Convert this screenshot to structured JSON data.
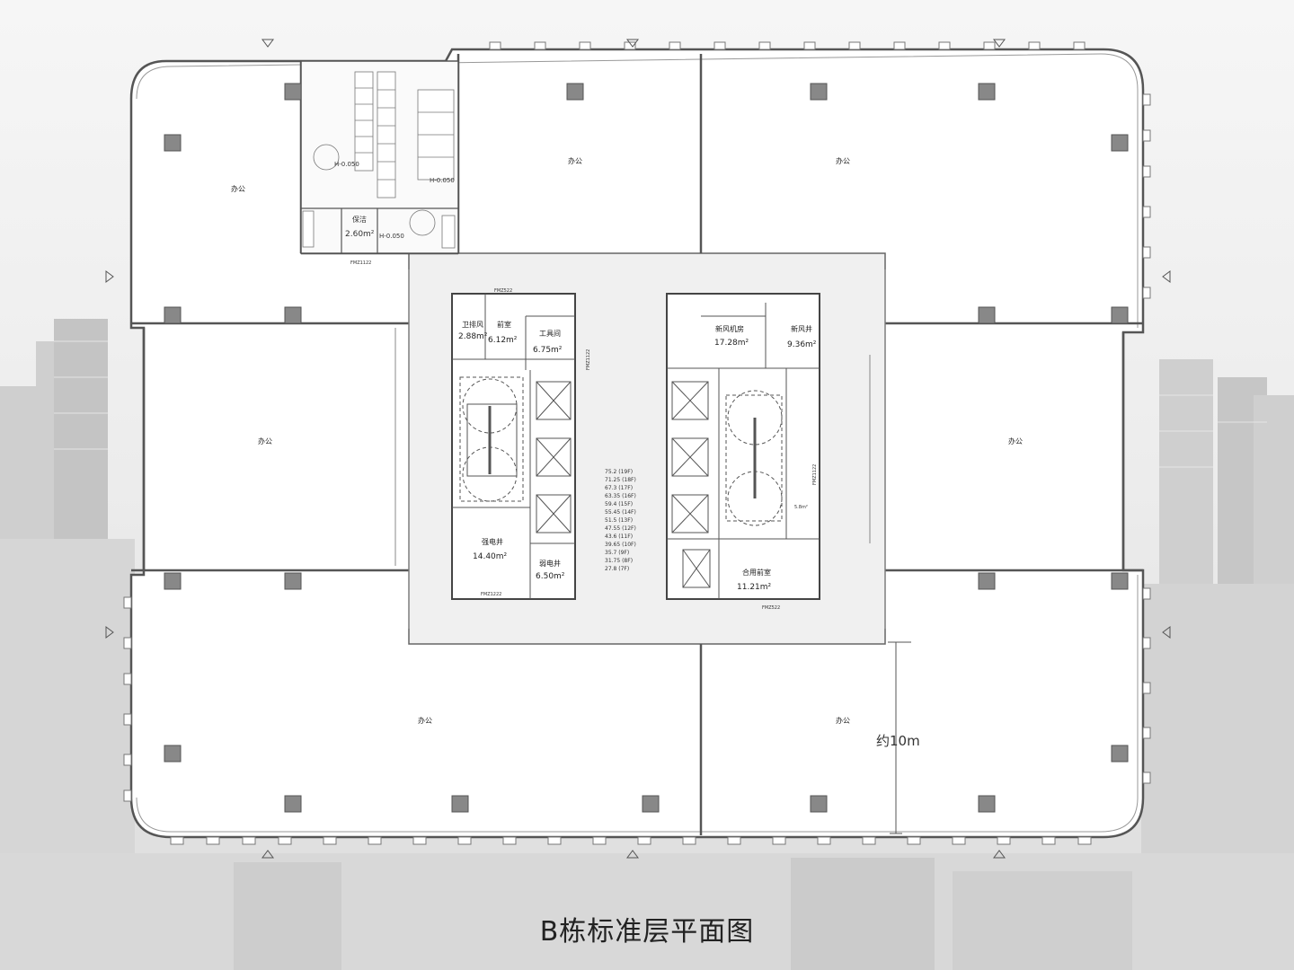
{
  "title": "B栋标准层平面图",
  "offices": [
    "办公",
    "办公",
    "办公",
    "办公",
    "办公",
    "办公",
    "办公"
  ],
  "dimension_label": "约10m",
  "toilet": {
    "level1": "H-0.050",
    "level2": "H-0.050",
    "level3": "H-0.050",
    "cleaning": "保洁",
    "cleaning_area": "2.60m²",
    "door": "FMZ1122"
  },
  "core_left": {
    "door_top": "FMZ522",
    "exhaust": "卫排风",
    "exhaust_area": "2.88m²",
    "lobby": "前室",
    "lobby_area": "6.12m²",
    "tool": "工具间",
    "tool_area": "6.75m²",
    "door_side": "FMZ1122",
    "strong": "强电井",
    "strong_area": "14.40m²",
    "weak": "弱电井",
    "weak_area": "6.50m²",
    "door_bottom": "FMZ1222"
  },
  "core_right": {
    "fresh_room": "新风机房",
    "fresh_room_area": "17.28m²",
    "fresh_shaft": "新风井",
    "fresh_shaft_area": "9.36m²",
    "shared_lobby": "合用前室",
    "shared_lobby_area": "11.21m²",
    "shaft_area": "5.8m²",
    "door_bottom": "FMZ522",
    "door_side": "FMZ1122"
  },
  "elevations": [
    "75.2 (19F)",
    "71.25 (18F)",
    "67.3 (17F)",
    "63.35 (16F)",
    "59.4 (15F)",
    "55.45 (14F)",
    "51.5 (13F)",
    "47.55 (12F)",
    "43.6 (11F)",
    "39.65 (10F)",
    "35.7 (9F)",
    "31.75 (8F)",
    "27.8 (7F)"
  ]
}
